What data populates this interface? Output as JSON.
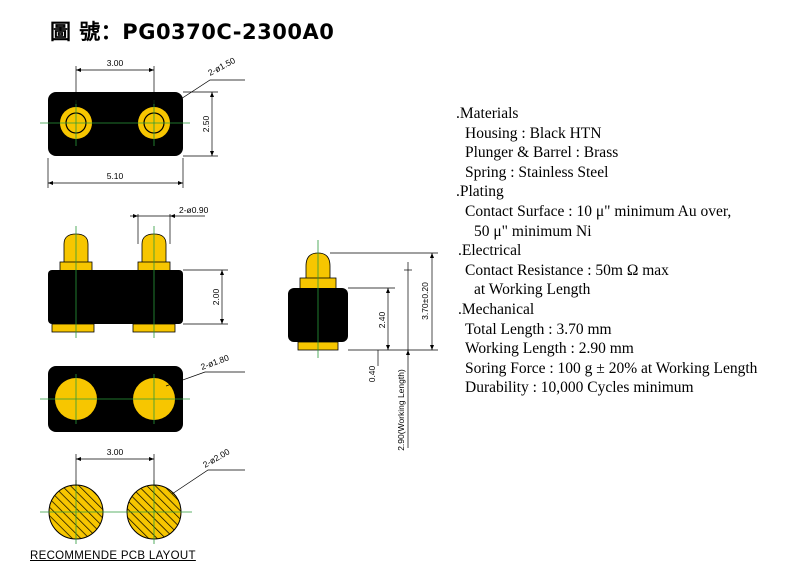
{
  "title": "圖 號：PG0370C-2300A0",
  "footer": "RECOMMENDE PCB LAYOUT",
  "specs": [
    ".Materials",
    "Housing : Black HTN",
    "Plunger & Barrel : Brass",
    "Spring : Stainless Steel",
    ".Plating",
    "Contact Surface : 10 μ\" minimum Au over,",
    "50 μ\" minimum   Ni",
    ".Electrical",
    "Contact Resistance : 50m Ω max",
    "at Working Length",
    ".Mechanical",
    "Total Length : 3.70 mm",
    "Working Length : 2.90 mm",
    "Soring Force : 100 g ± 20% at Working Length",
    "Durability : 10,000 Cycles minimum"
  ],
  "dims": {
    "top_pitch": "3.00",
    "top_hole": "2-ø1.50",
    "top_height": "2.50",
    "top_width": "5.10",
    "side_pin": "2-ø0.90",
    "side_height": "2.00",
    "bottom_pad": "2-ø1.80",
    "pcb_pitch": "3.00",
    "pcb_pad": "2-ø2.00",
    "right_total": "3.70±0.20",
    "right_mid": "2.40",
    "right_low": "0.40",
    "right_working": "2.90(Working Length)"
  },
  "colors": {
    "body": "#000000",
    "gold": "#f7c600",
    "centerline": "#2a9a3a",
    "hatch": "#000000"
  }
}
